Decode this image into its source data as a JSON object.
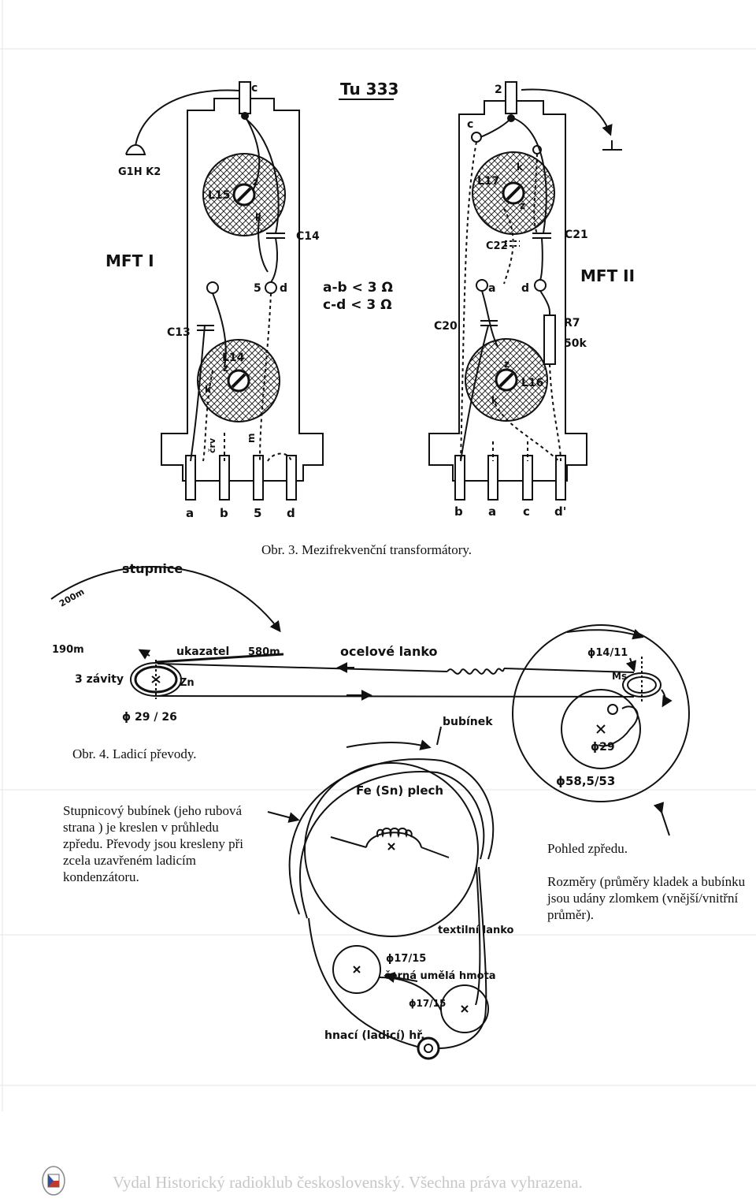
{
  "fig3": {
    "caption": "Obr. 3. Mezifrekvenční transformátory.",
    "model_label": "Tu 333",
    "mft1": {
      "name": "MFT I",
      "coils": [
        "L15",
        "L14"
      ],
      "caps": [
        "C14",
        "C13"
      ],
      "antenna_label": "G1H K2",
      "top_terminal": "c",
      "mid_terminals": [
        "5",
        "d"
      ],
      "bottom_terminals": [
        "a",
        "b",
        "5",
        "d"
      ],
      "wire_labels": [
        "črv",
        "m"
      ],
      "coil_taps": [
        "z",
        "k"
      ]
    },
    "mft2": {
      "name": "MFT II",
      "coils": [
        "L17",
        "L16"
      ],
      "caps": [
        "C21",
        "C22",
        "C20"
      ],
      "resistor": "R7",
      "resistor_value": "50k",
      "top_terminals": [
        "2",
        "c"
      ],
      "mid_terminals": [
        "a",
        "d"
      ],
      "bottom_terminals": [
        "b",
        "a",
        "c",
        "d'"
      ],
      "coil_taps": [
        "z",
        "k"
      ]
    },
    "resistances": [
      "a-b < 3 Ω",
      "c-d < 3 Ω"
    ]
  },
  "fig4": {
    "caption": "Obr. 4. Ladicí převody.",
    "labels": {
      "scale": "stupnice",
      "m200": "200m",
      "m190": "190m",
      "m580": "580m",
      "pointer": "ukazatel",
      "steel_cord": "ocelové lanko",
      "turns": "3 závity",
      "zn": "Zn",
      "d2926": "ϕ 29 / 26",
      "drum": "bubínek",
      "d1411": "ϕ14/11",
      "ms": "Ms",
      "d29": "ϕ29",
      "d5853": "ϕ58,5/53",
      "fe": "Fe (Sn) plech",
      "textile": "textilní lanko",
      "d1715a": "ϕ17/15",
      "black_plastic": "černá umělá hmota",
      "d1715b": "ϕ17/15",
      "drive_shaft": "hnací (ladicí) hř."
    }
  },
  "notes": {
    "left": "Stupnicový bubínek (jeho rubová strana ) je kreslen v průhledu zpředu. Převody jsou kresleny při zcela uzavřeném ladicím kondenzátoru.",
    "right_1": "Pohled zpředu.",
    "right_2": "Rozměry (průměry kladek a bubínku jsou udány zlomkem (vnější/vnitřní průměr)."
  },
  "footer": "Vydal Historický radioklub československý. Všechna práva vyhrazena."
}
